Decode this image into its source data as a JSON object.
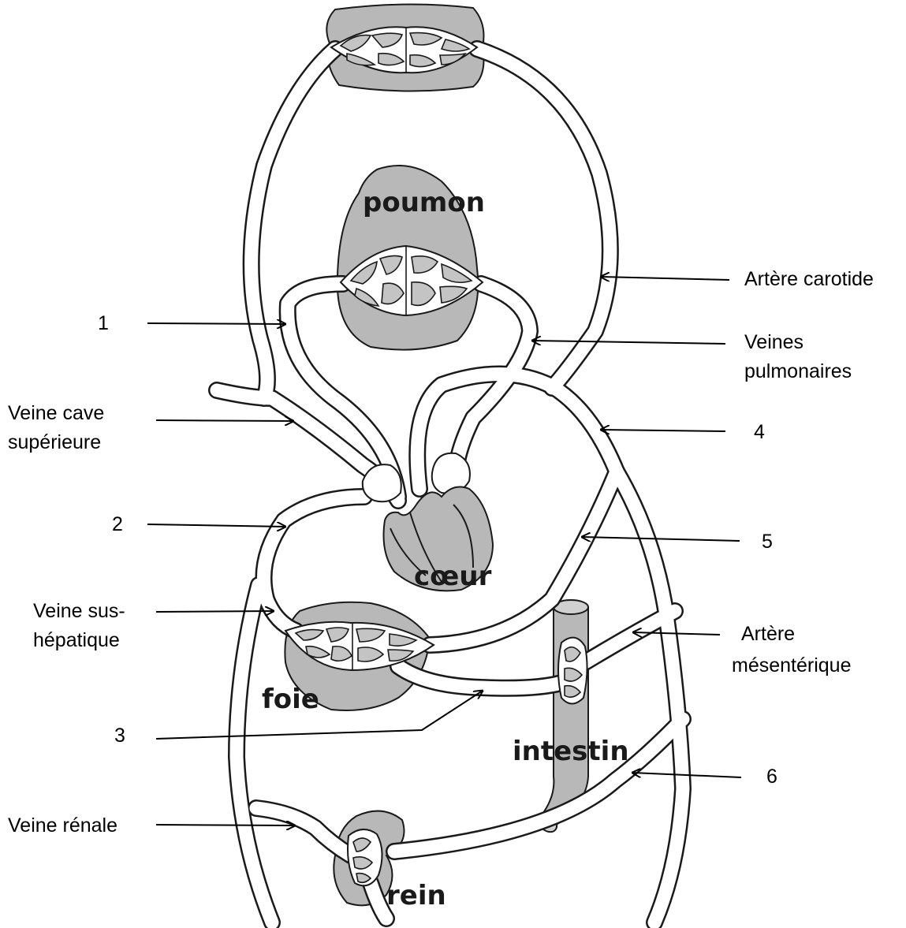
{
  "organs": {
    "lung": "poumon",
    "heart": "cœur",
    "liver": "foie",
    "intestine": "intestin",
    "kidney": "rein"
  },
  "labels": {
    "carotid_artery": "Artère carotide",
    "pulmonary_veins_line1": "Veines",
    "pulmonary_veins_line2": "pulmonaires",
    "n1": "1",
    "superior_vena_cava_line1": "Veine cave",
    "superior_vena_cava_line2": "supérieure",
    "n4": "4",
    "n2": "2",
    "n5": "5",
    "hepatic_vein_line1": "Veine sus-",
    "hepatic_vein_line2": "hépatique",
    "mesenteric_artery_line1": "Artère",
    "mesenteric_artery_line2": "mésentérique",
    "n3": "3",
    "n6": "6",
    "renal_vein": "Veine rénale"
  }
}
